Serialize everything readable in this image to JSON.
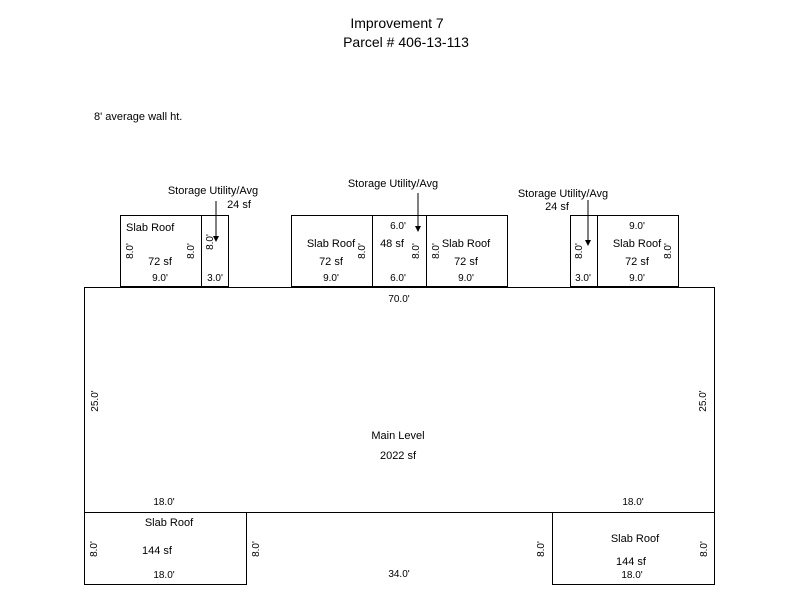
{
  "header": {
    "title": "Improvement 7",
    "parcel": "Parcel # 406-13-113"
  },
  "note": "8' average wall ht.",
  "callouts": {
    "left_name": "Storage Utility/Avg",
    "left_area": "24 sf",
    "center_name": "Storage Utility/Avg",
    "right_name": "Storage Utility/Avg",
    "right_area": "24 sf"
  },
  "slab_top_left": {
    "name": "Slab Roof",
    "area": "72 sf",
    "width": "9.0'",
    "height_l": "8.0'",
    "height_r": "8.0'"
  },
  "storage_left": {
    "height": "8.0'",
    "width": "3.0'"
  },
  "slab_top_center_left": {
    "name": "Slab Roof",
    "area": "72 sf",
    "width": "9.0'",
    "height": "8.0'"
  },
  "storage_center": {
    "area": "48 sf",
    "top_width": "6.0'",
    "bottom_width": "6.0'",
    "height": "8.0'"
  },
  "slab_top_center_right": {
    "name": "Slab Roof",
    "area": "72 sf",
    "width": "9.0'",
    "height": "8.0'"
  },
  "storage_right": {
    "height": "8.0'",
    "width": "3.0'"
  },
  "slab_top_right": {
    "name": "Slab Roof",
    "area": "72 sf",
    "top_width": "9.0'",
    "bottom_width": "9.0'",
    "height": "8.0'"
  },
  "main": {
    "name": "Main Level",
    "area": "2022 sf",
    "top_width": "70.0'",
    "left_height": "25.0'",
    "right_height": "25.0'",
    "inner_left_width": "18.0'",
    "inner_right_width": "18.0'",
    "inner_left_height": "8.0'",
    "inner_right_height": "8.0'",
    "bottom_width": "34.0'"
  },
  "slab_bottom_left": {
    "name": "Slab Roof",
    "area": "144 sf",
    "width": "18.0'",
    "height": "8.0'"
  },
  "slab_bottom_right": {
    "name": "Slab Roof",
    "area": "144 sf",
    "width": "18.0'",
    "height": "8.0'"
  }
}
